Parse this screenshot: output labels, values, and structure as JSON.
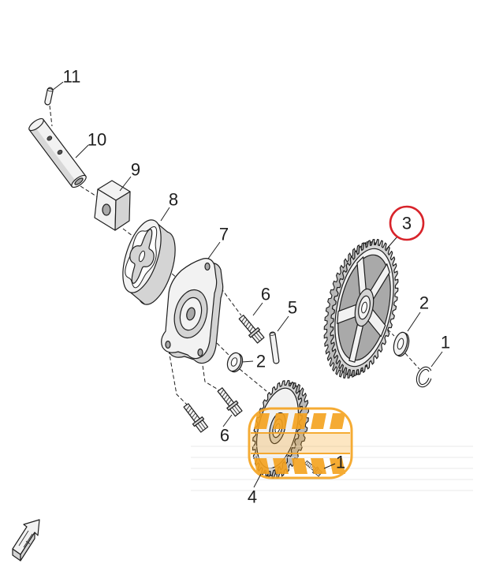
{
  "diagram": {
    "callouts": {
      "pin": {
        "label": "11"
      },
      "shaft": {
        "label": "10"
      },
      "drive_block": {
        "label": "9"
      },
      "rotor": {
        "label": "8"
      },
      "pump_cover": {
        "label": "7"
      },
      "cover_bolt_upper": {
        "label": "6"
      },
      "dowel_pin": {
        "label": "5"
      },
      "washer_inner": {
        "label": "2"
      },
      "cover_bolts_lower": {
        "label": "6"
      },
      "pump_gear": {
        "label": "4"
      },
      "gear_bolt": {
        "label": "1"
      },
      "drive_gear": {
        "label": "3",
        "highlighted": true
      },
      "washer_outer": {
        "label": "2"
      },
      "circlip": {
        "label": "1"
      }
    }
  },
  "icons": {
    "orientation": "front-direction-icon",
    "watermark": "tire-tread-logo"
  },
  "colors": {
    "line": "#1e1e1e",
    "part_fill": "#d4d4d4",
    "part_light": "#f2f2f2",
    "highlight": "#d8232a",
    "watermark": "#f5a21e"
  }
}
